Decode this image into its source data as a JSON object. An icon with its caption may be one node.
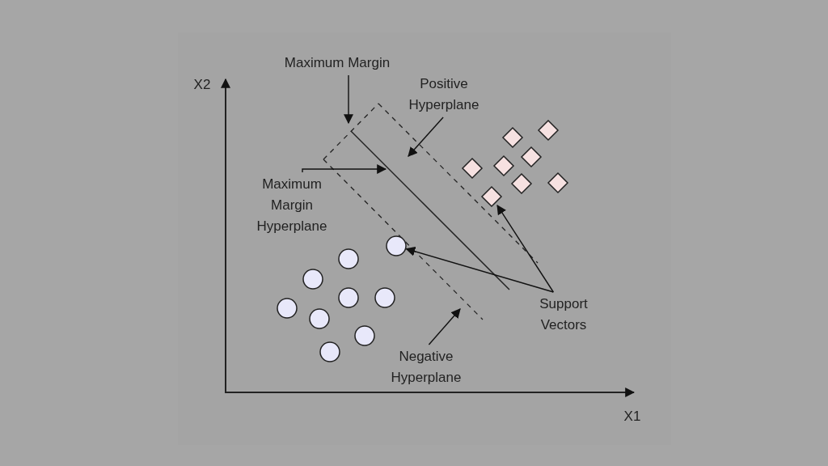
{
  "diagram": {
    "nodes": [
      {
        "text": [
          "Maximum Margin"
        ]
      },
      {
        "text": [
          "Positive Hyperplane"
        ]
      },
      {
        "text": [
          "Maximum Margin Hyperplane"
        ]
      },
      {
        "text": [
          "Support Vectors"
        ]
      },
      {
        "text": [
          "Negative Hyperplane"
        ]
      },
      {
        "text": [],
        "shape": "diamond"
      },
      {
        "text": [],
        "shape": "diamond"
      },
      {
        "text": [],
        "shape": "diamond"
      },
      {
        "text": [],
        "shape": "diamond"
      },
      {
        "text": [],
        "shape": "diamond"
      },
      {
        "text": [],
        "shape": "diamond"
      },
      {
        "text": [],
        "shape": "diamond"
      },
      {
        "text": [],
        "shape": "diamond"
      },
      {
        "text": [],
        "shape": "circle"
      },
      {
        "text": [],
        "shape": "circle"
      },
      {
        "text": [],
        "shape": "circle"
      },
      {
        "text": [],
        "shape": "circle"
      },
      {
        "text": [],
        "shape": "circle"
      },
      {
        "text": [],
        "shape": "circle"
      },
      {
        "text": [],
        "shape": "circle"
      },
      {
        "text": [],
        "shape": "circle"
      },
      {
        "text": [],
        "shape": "circle"
      }
    ],
    "edges": [
      {
        "from": 0,
        "to": null,
        "arrow": "to"
      },
      {
        "from": 1,
        "to": null,
        "arrow": "to"
      },
      {
        "from": 2,
        "to": null,
        "arrow": "to"
      },
      {
        "from": 3,
        "to": 12,
        "arrow": "to"
      },
      {
        "from": 3,
        "to": 13,
        "arrow": "to"
      },
      {
        "from": 4,
        "to": null,
        "arrow": "to"
      }
    ],
    "labels": [
      "X2",
      "X1"
    ]
  }
}
